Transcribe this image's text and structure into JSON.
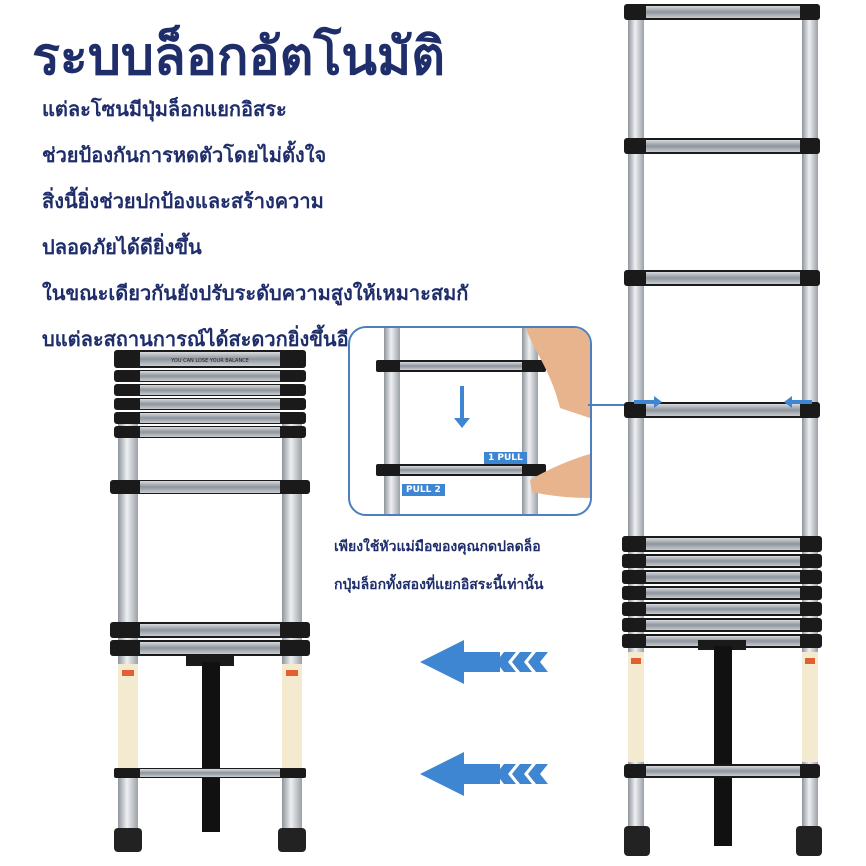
{
  "title": "ระบบล็อกอัตโนมัติ",
  "description_lines": [
    "แต่ละโซนมีปุ่มล็อกแยกอิสระ",
    "ช่วยป้องกันการหดตัวโดยไม่ตั้งใจ",
    "สิ่งนี้ยิ่งช่วยปกป้องและสร้างความ",
    "ปลอดภัยได้ดียิ่งขึ้น",
    "ในขณะเดียวกันยังปรับระดับความสูงให้เหมาะสมกั",
    "บแต่ละสถานการณ์ได้สะดวกยิ่งขึ้นอีกด้วย"
  ],
  "inset": {
    "pull_1": "1 PULL",
    "pull_2": "PULL 2"
  },
  "caption_lines": [
    "เพียงใช้หัวแม่มือของคุณกดปลดล็อ",
    "กปุ่มล็อกทั้งสองที่แยกอิสระนี้เท่านั้น"
  ],
  "rung_label": "YOU CAN LOSE YOUR BALANCE",
  "colors": {
    "title": "#1f2e6b",
    "accent_blue": "#3f86d2",
    "inset_border": "#4b7fc0",
    "rail": "#c8ccd1",
    "rung": "#9aa1a8",
    "clamp": "#1a1a1a"
  }
}
